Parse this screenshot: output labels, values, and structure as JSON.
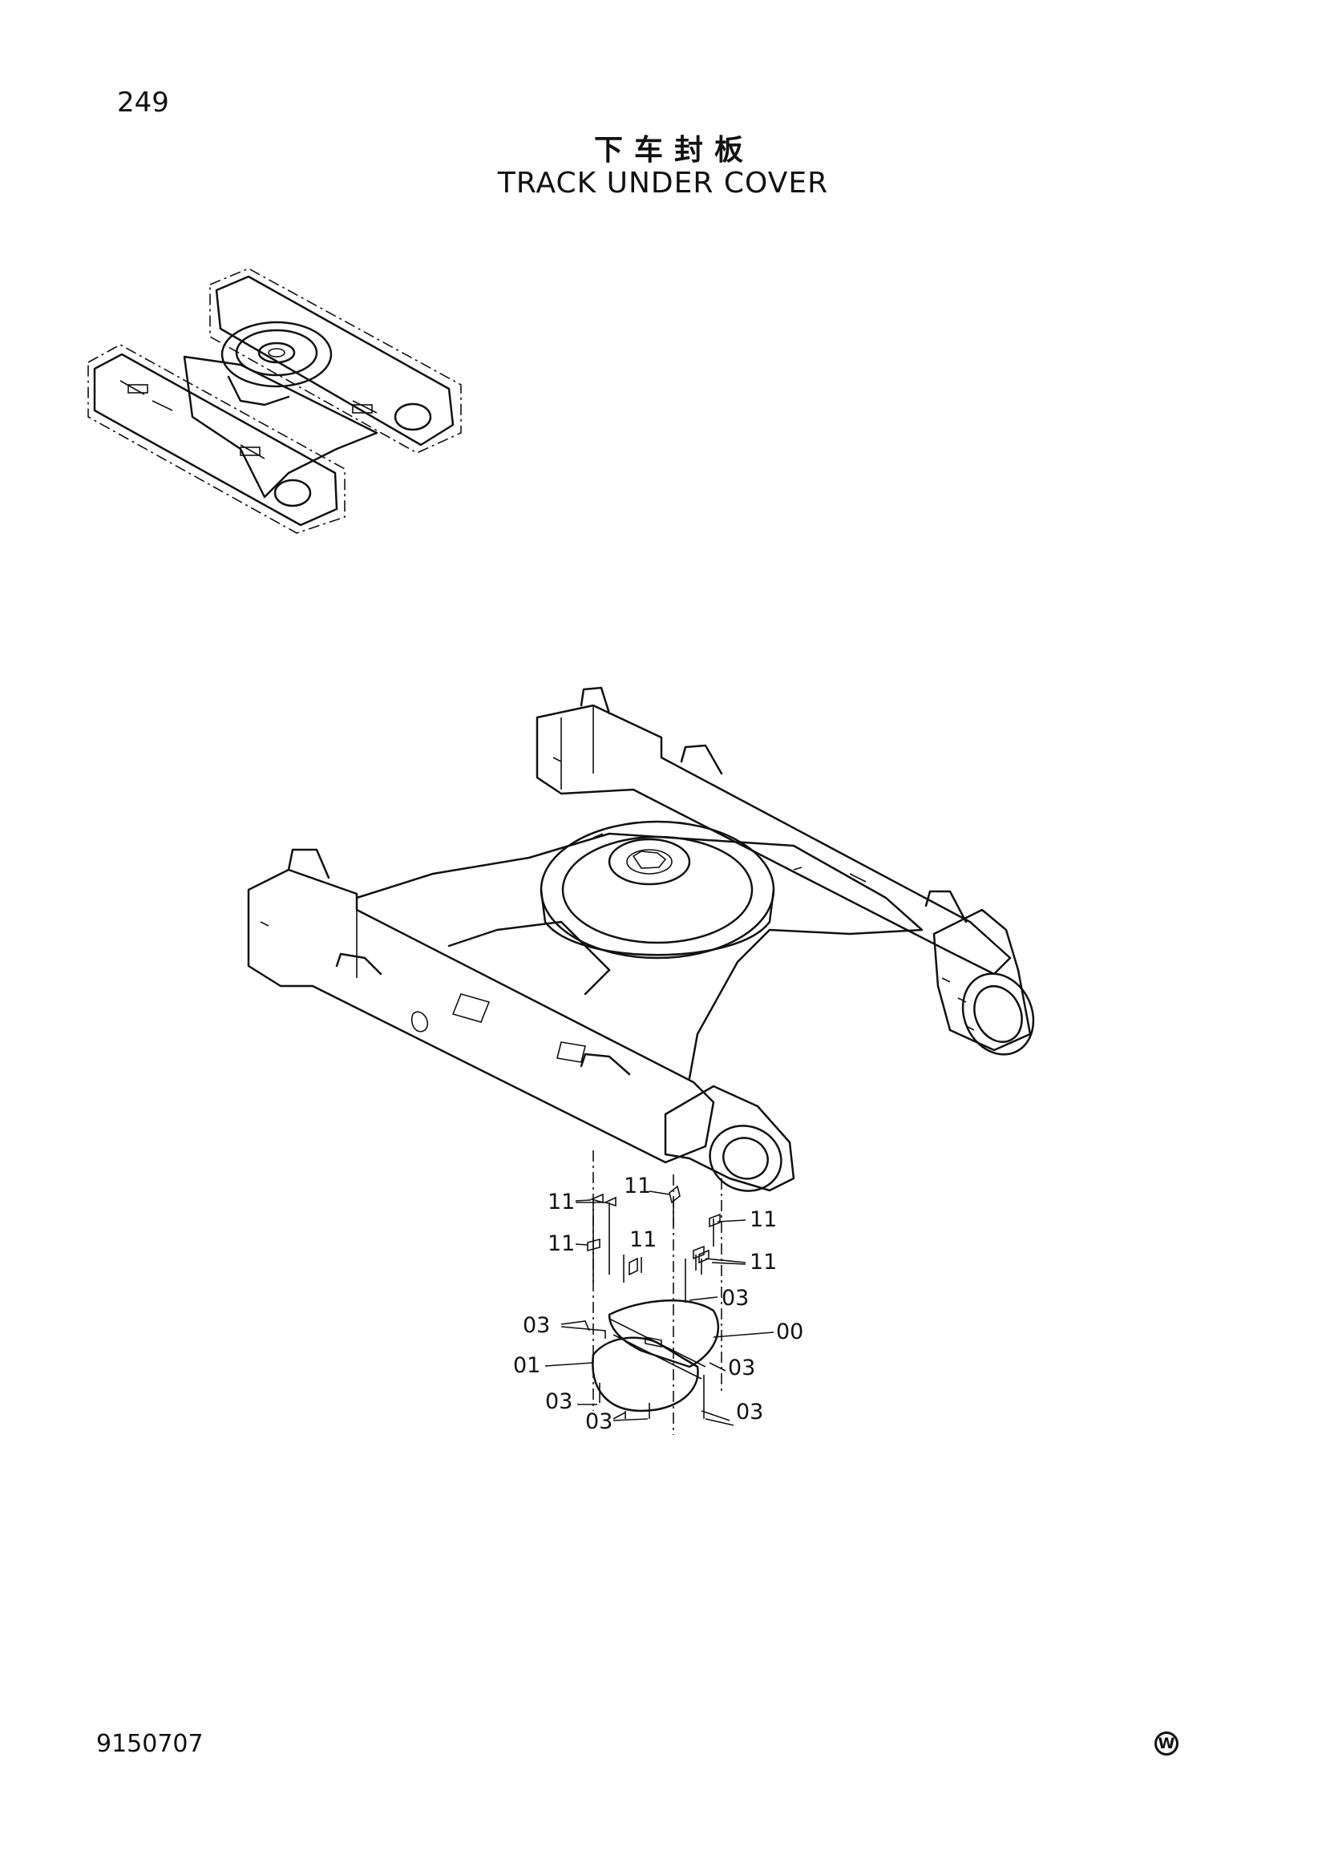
{
  "page_number": "249",
  "title_cn": "下车封板",
  "title_en": "TRACK UNDER COVER",
  "doc_number": "9150707",
  "mark_symbol": "W",
  "callouts": [
    "11",
    "11",
    "11",
    "11",
    "11",
    "11",
    "03",
    "00",
    "03",
    "01",
    "03",
    "03",
    "03",
    "03"
  ]
}
